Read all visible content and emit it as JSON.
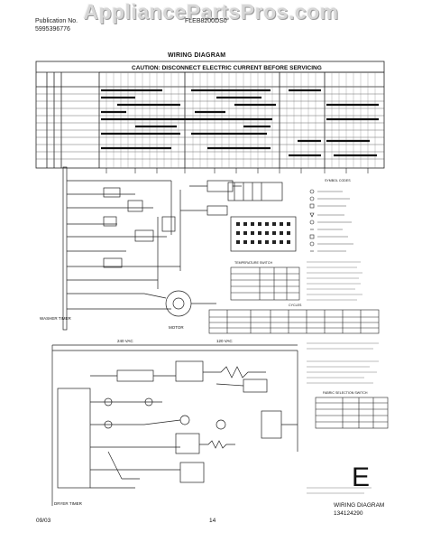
{
  "watermark": "AppliancePartsPros.com",
  "header": {
    "publication_label": "Publication No.",
    "publication_number": "5995396776",
    "model": "FLEB8200DS0"
  },
  "diagram": {
    "title": "WIRING DIAGRAM",
    "caution": "CAUTION: DISCONNECT ELECTRIC CURRENT BEFORE SERVICING",
    "washer_timer_label": "WASHER TIMER",
    "dryer_timer_label": "DRYER TIMER",
    "motor_label": "MOTOR",
    "voltage_240": "240 VAC",
    "voltage_120": "120 VAC",
    "symbols_title": "SYMBOL CODES",
    "cycles_title": "CYCLES",
    "fabric_switch_title": "FABRIC SELECTION SWITCH",
    "temp_switch_title": "TEMPERATURE SWITCH",
    "letter": "E",
    "footer_title": "WIRING DIAGRAM",
    "footer_number": "134124290"
  },
  "footer": {
    "date": "09/03",
    "page": "14"
  }
}
